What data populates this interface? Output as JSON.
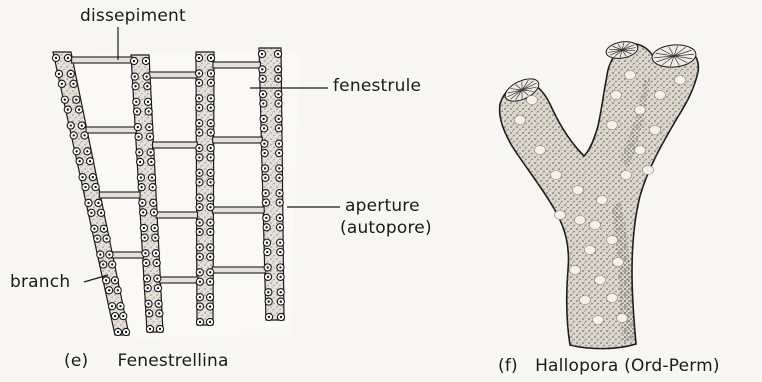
{
  "panel_e": {
    "labels": {
      "dissepiment": "dissepiment",
      "fenestrule": "fenestrule",
      "aperture": "aperture",
      "autopore": "(autopore)",
      "branch": "branch"
    },
    "caption_letter": "(e)",
    "caption_name": "Fenestrellina"
  },
  "panel_f": {
    "caption_letter": "(f)",
    "caption_name": "Hallopora (Ord-Perm)"
  },
  "colors": {
    "background": "#f7f6f2",
    "ink": "#1a1a1a",
    "branch_fill": "#e6e1d8",
    "zooid_fill": "#ffffff",
    "colony_fill": "#dcd6cb"
  }
}
